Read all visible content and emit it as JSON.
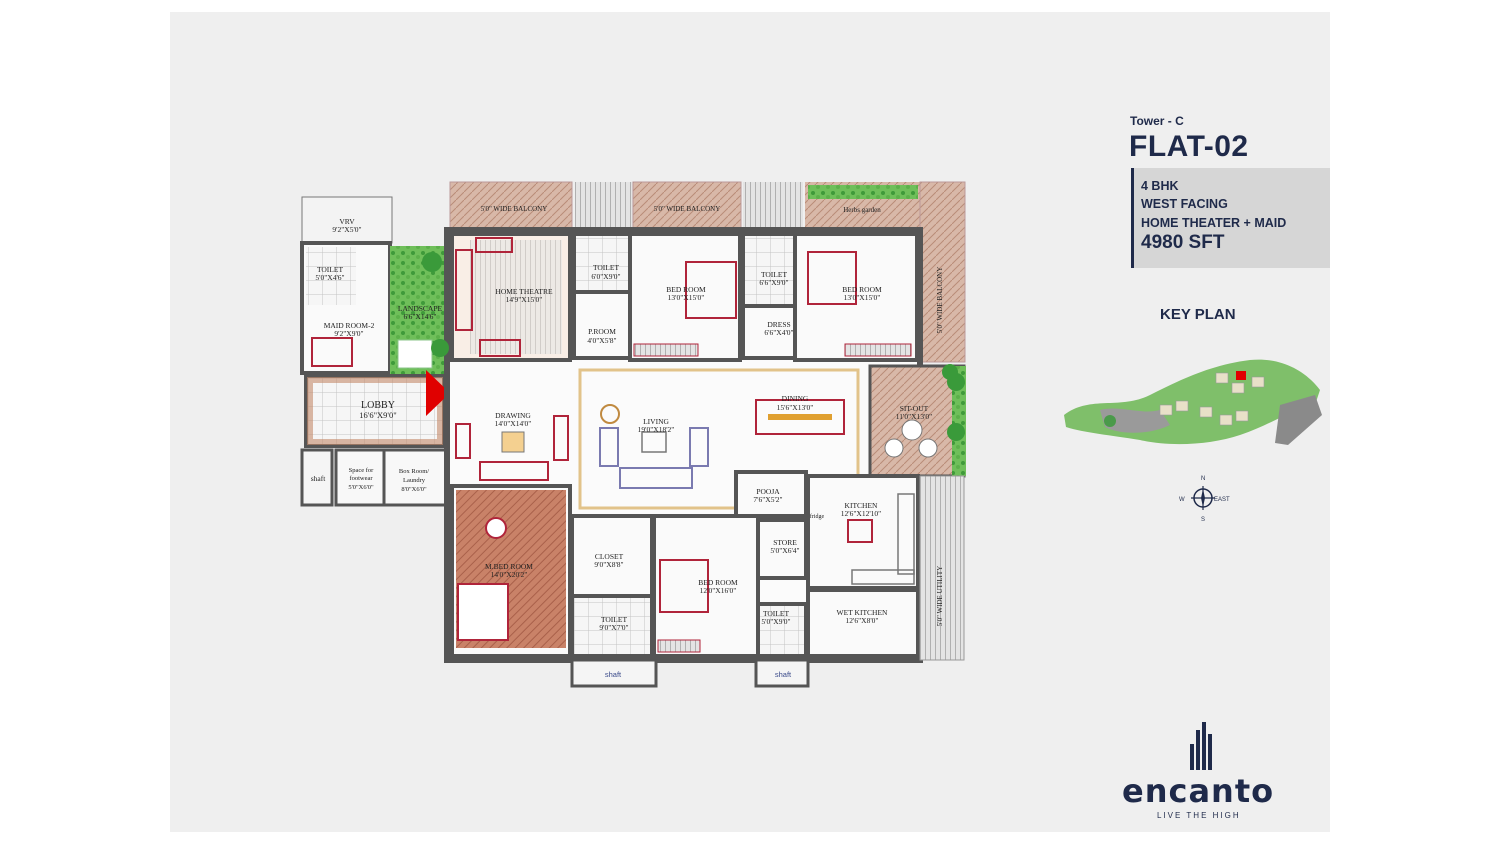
{
  "header": {
    "tower": "Tower - C",
    "flat": "FLAT-02",
    "specs": [
      "4 BHK",
      "WEST FACING",
      "HOME THEATER + MAID"
    ],
    "area": "4980 SFT"
  },
  "key_plan": {
    "title": "KEY PLAN"
  },
  "compass": {
    "north": "N",
    "south": "S",
    "west": "W",
    "east": "EAST"
  },
  "brand": {
    "name": "encanto",
    "tagline": "LIVE THE HIGH"
  },
  "rooms": {
    "vrv": {
      "name": "VRV",
      "size": "9'2\"X5'0\""
    },
    "toilet_maid": {
      "name": "TOILET",
      "size": "5'0\"X4'6\""
    },
    "maid_room": {
      "name": "MAID ROOM-2",
      "size": "9'2\"X9'0\""
    },
    "landscape": {
      "name": "LANDSCAPE",
      "size": "6'6\"X14'6\""
    },
    "lobby": {
      "name": "LOBBY",
      "size": "16'6\"X9'0\""
    },
    "shaft_left": {
      "name": "shaft"
    },
    "footwear": {
      "name1": "Space for",
      "name2": "footwear",
      "size": "5'0\"X6'0\""
    },
    "box_room": {
      "name1": "Box Room/",
      "name2": "Laundry",
      "size": "8'0\"X6'0\""
    },
    "home_theatre": {
      "name": "HOME THEATRE",
      "size": "14'9\"X15'0\""
    },
    "toilet_ht": {
      "name": "TOILET",
      "size": "6'0\"X9'0\""
    },
    "p_room": {
      "name": "P.ROOM",
      "size": "4'0\"X5'8\""
    },
    "bed_1": {
      "name": "BED ROOM",
      "size": "13'0\"X15'0\""
    },
    "toilet_b2": {
      "name": "TOILET",
      "size": "6'6\"X9'0\""
    },
    "dress": {
      "name": "DRESS",
      "size": "6'6\"X4'0\""
    },
    "bed_2": {
      "name": "BED ROOM",
      "size": "13'0\"X15'0\""
    },
    "balcony_1": {
      "name": "5'0\" WIDE BALCONY"
    },
    "balcony_2": {
      "name": "5'0\" WIDE BALCONY"
    },
    "herbs": {
      "name": "Herbs garden"
    },
    "balcony_right": {
      "name": "5'0\" WIDE BALCONY"
    },
    "drawing": {
      "name": "DRAWING",
      "size": "14'0\"X14'0\""
    },
    "living": {
      "name": "LIVING",
      "size": "19'0\"X18'2\""
    },
    "dining": {
      "name": "DINING",
      "size": "15'6\"X13'0\""
    },
    "sitout": {
      "name": "SIT-OUT",
      "size": "11'0\"X13'0\""
    },
    "pooja": {
      "name": "POOJA",
      "size": "7'6\"X5'2\""
    },
    "kitchen": {
      "name": "KITCHEN",
      "size": "12'6\"X12'10\""
    },
    "fridge": {
      "name": "fridge"
    },
    "store": {
      "name": "STORE",
      "size": "5'0\"X6'4\""
    },
    "wet_kitchen": {
      "name": "WET KITCHEN",
      "size": "12'6\"X8'0\""
    },
    "utility": {
      "name": "5'0\" WIDE UTILITY"
    },
    "m_bed": {
      "name": "M.BED ROOM",
      "size": "14'0\"X20'2\""
    },
    "closet": {
      "name": "CLOSET",
      "size": "9'0\"X8'8\""
    },
    "toilet_m": {
      "name": "TOILET",
      "size": "9'0\"X7'0\""
    },
    "bed_3": {
      "name": "BED ROOM",
      "size": "12'0\"X16'0\""
    },
    "toilet_b3": {
      "name": "TOILET",
      "size": "5'0\"X9'0\""
    },
    "shaft_1": {
      "name": "shaft"
    },
    "shaft_2": {
      "name": "shaft"
    }
  },
  "colors": {
    "wall": "#555555",
    "furniture": "#b0243a",
    "text": "#1f2a4a",
    "entry_arrow": "#e00000",
    "landscape": "#4caf50",
    "deck": "#c8a08a",
    "wood": "#c97a62"
  }
}
